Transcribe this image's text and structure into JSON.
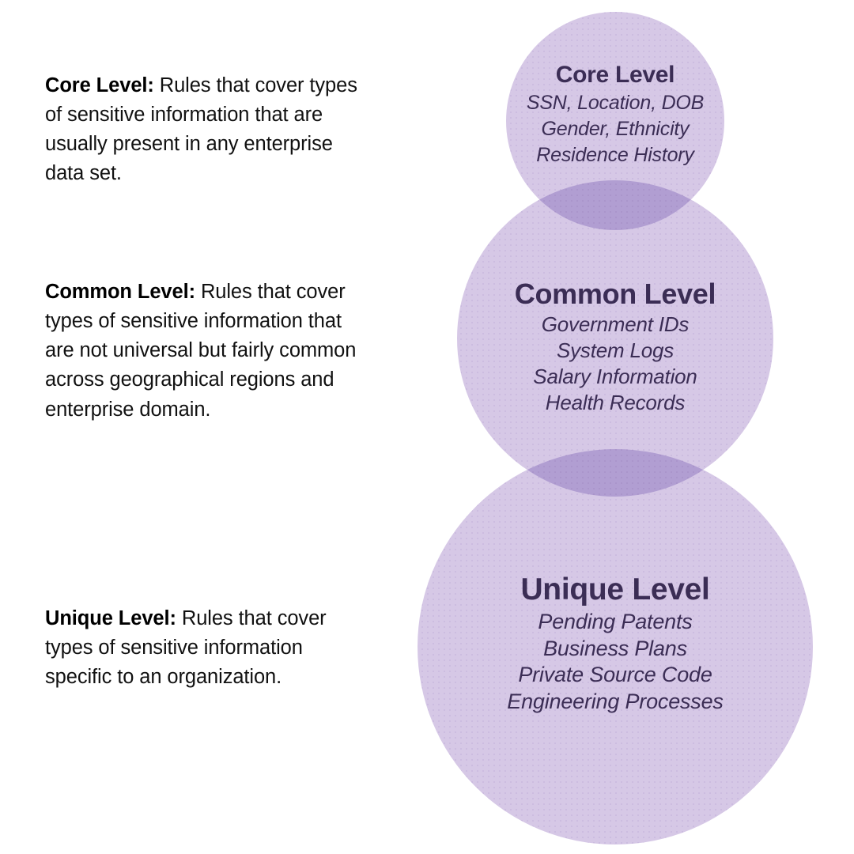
{
  "descriptions": [
    {
      "id": "core",
      "lead": "Core Level:",
      "body": " Rules that cover types of sensitive information that are usually present in any enterprise data set."
    },
    {
      "id": "common",
      "lead": "Common Level:",
      "body": " Rules that cover types of sensitive information that are not universal but fairly common across geographical regions and enterprise domain."
    },
    {
      "id": "unique",
      "lead": "Unique Level:",
      "body": " Rules that cover types of sensitive information specific to an organization."
    }
  ],
  "circles": [
    {
      "id": "core",
      "title": "Core Level",
      "items": [
        "SSN, Location, DOB",
        "Gender, Ethnicity",
        "Residence History"
      ]
    },
    {
      "id": "common",
      "title": "Common Level",
      "items": [
        "Government IDs",
        "System Logs",
        "Salary Information",
        "Health Records"
      ]
    },
    {
      "id": "unique",
      "title": "Unique Level",
      "items": [
        "Pending Patents",
        "Business Plans",
        "Private Source Code",
        "Engineering Processes"
      ]
    }
  ],
  "colors": {
    "circle_fill": "#D6C8E6",
    "overlap_fill": "#B19ED2",
    "circle_text": "#3B2D55",
    "body_text": "#111111",
    "background": "#FFFFFF"
  }
}
